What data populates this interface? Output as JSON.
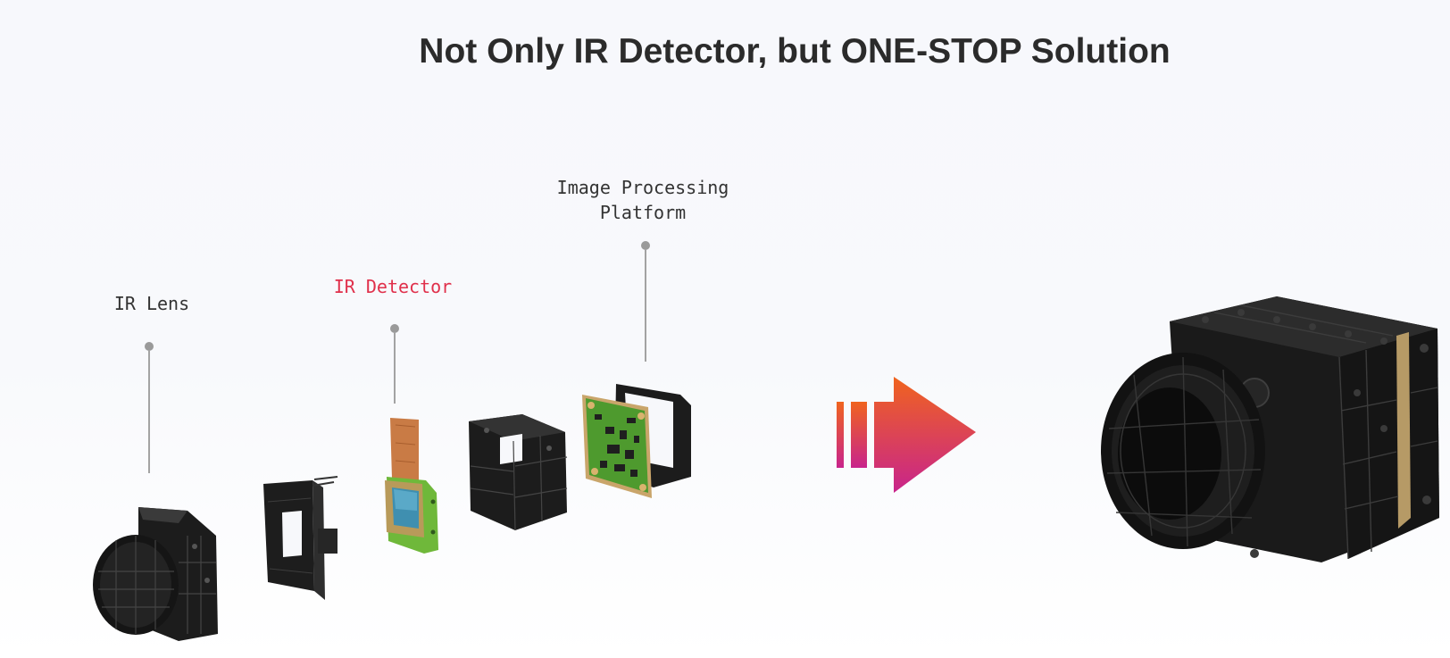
{
  "title": "Not Only IR Detector, but ONE-STOP Solution",
  "labels": {
    "ir_lens": "IR Lens",
    "ir_detector": "IR Detector",
    "image_processing": "Image Processing\nPlatform"
  },
  "colors": {
    "accent_label": "#e0304b",
    "arrow_top": "#f0641e",
    "arrow_bottom": "#c8248c",
    "leader": "#9a9a9a"
  },
  "icons": [
    "ir-lens-part",
    "shutter-frame-part",
    "ir-detector-chip",
    "housing-frame-part",
    "processing-board-part",
    "assembly-arrow-icon",
    "assembled-camera-core"
  ]
}
